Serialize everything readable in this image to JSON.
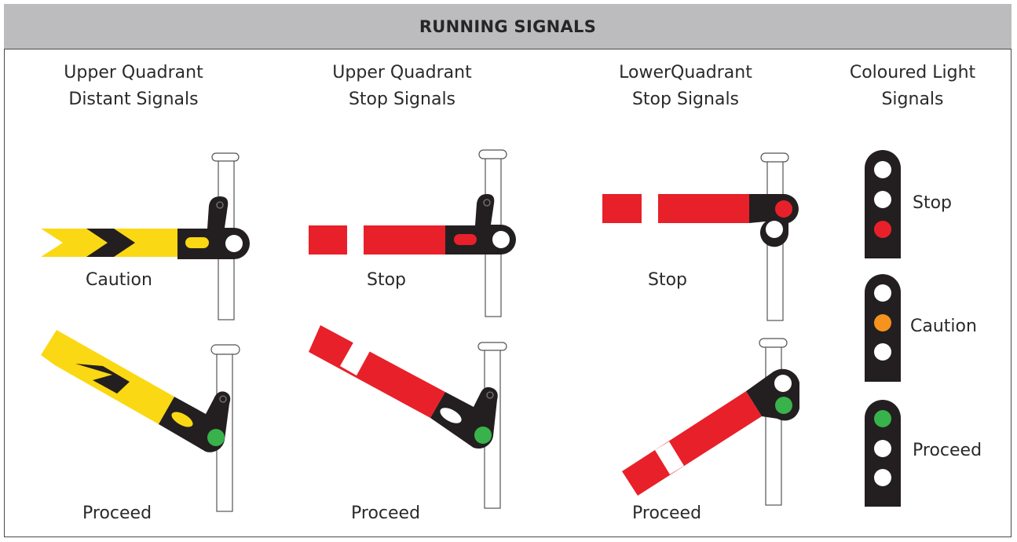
{
  "header": {
    "title": "RUNNING SIGNALS"
  },
  "columns": [
    {
      "line1": "Upper Quadrant",
      "line2": "Distant Signals"
    },
    {
      "line1": "Upper Quadrant",
      "line2": "Stop Signals"
    },
    {
      "line1": "LowerQuadrant",
      "line2": "Stop Signals"
    },
    {
      "line1": "Coloured Light",
      "line2": "Signals"
    }
  ],
  "labels": {
    "distant_top": "Caution",
    "distant_bottom": "Proceed",
    "uq_stop_top": "Stop",
    "uq_stop_bottom": "Proceed",
    "lq_stop_top": "Stop",
    "lq_stop_bottom": "Proceed",
    "light_stop": "Stop",
    "light_caution": "Caution",
    "light_proceed": "Proceed"
  },
  "colors": {
    "red": "#e8202a",
    "yellow": "#fbd814",
    "black": "#231f20",
    "green": "#38b24a",
    "amber": "#f6921e",
    "white": "#ffffff",
    "header": "#bcbcbf"
  },
  "icons": [
    "signal-post",
    "semaphore-arm",
    "colour-light-head",
    "lamp"
  ]
}
